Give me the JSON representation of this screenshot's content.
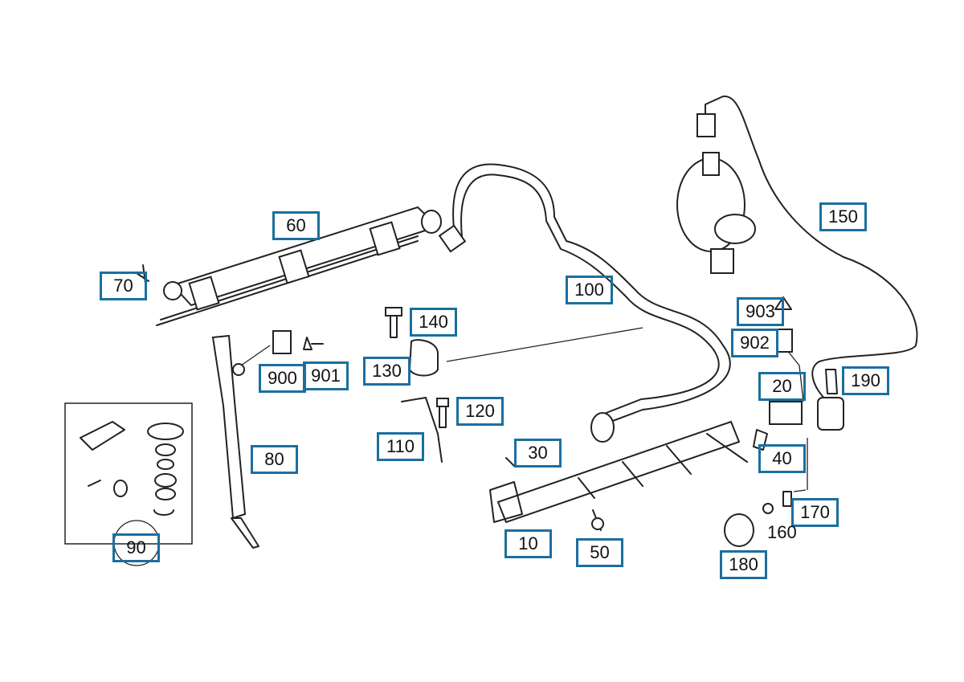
{
  "callouts": {
    "c10": "10",
    "c20": "20",
    "c30": "30",
    "c40": "40",
    "c50": "50",
    "c60": "60",
    "c70": "70",
    "c80": "80",
    "c90": "90",
    "c100": "100",
    "c110": "110",
    "c120": "120",
    "c130": "130",
    "c140": "140",
    "c150": "150",
    "c170": "170",
    "c180": "180",
    "c190": "190",
    "c900": "900",
    "c901": "901",
    "c902": "902",
    "c903": "903"
  },
  "plain_labels": {
    "c160": "160"
  },
  "colors": {
    "callout_border": "#1b6f9e",
    "line": "#222222",
    "background": "#ffffff"
  }
}
